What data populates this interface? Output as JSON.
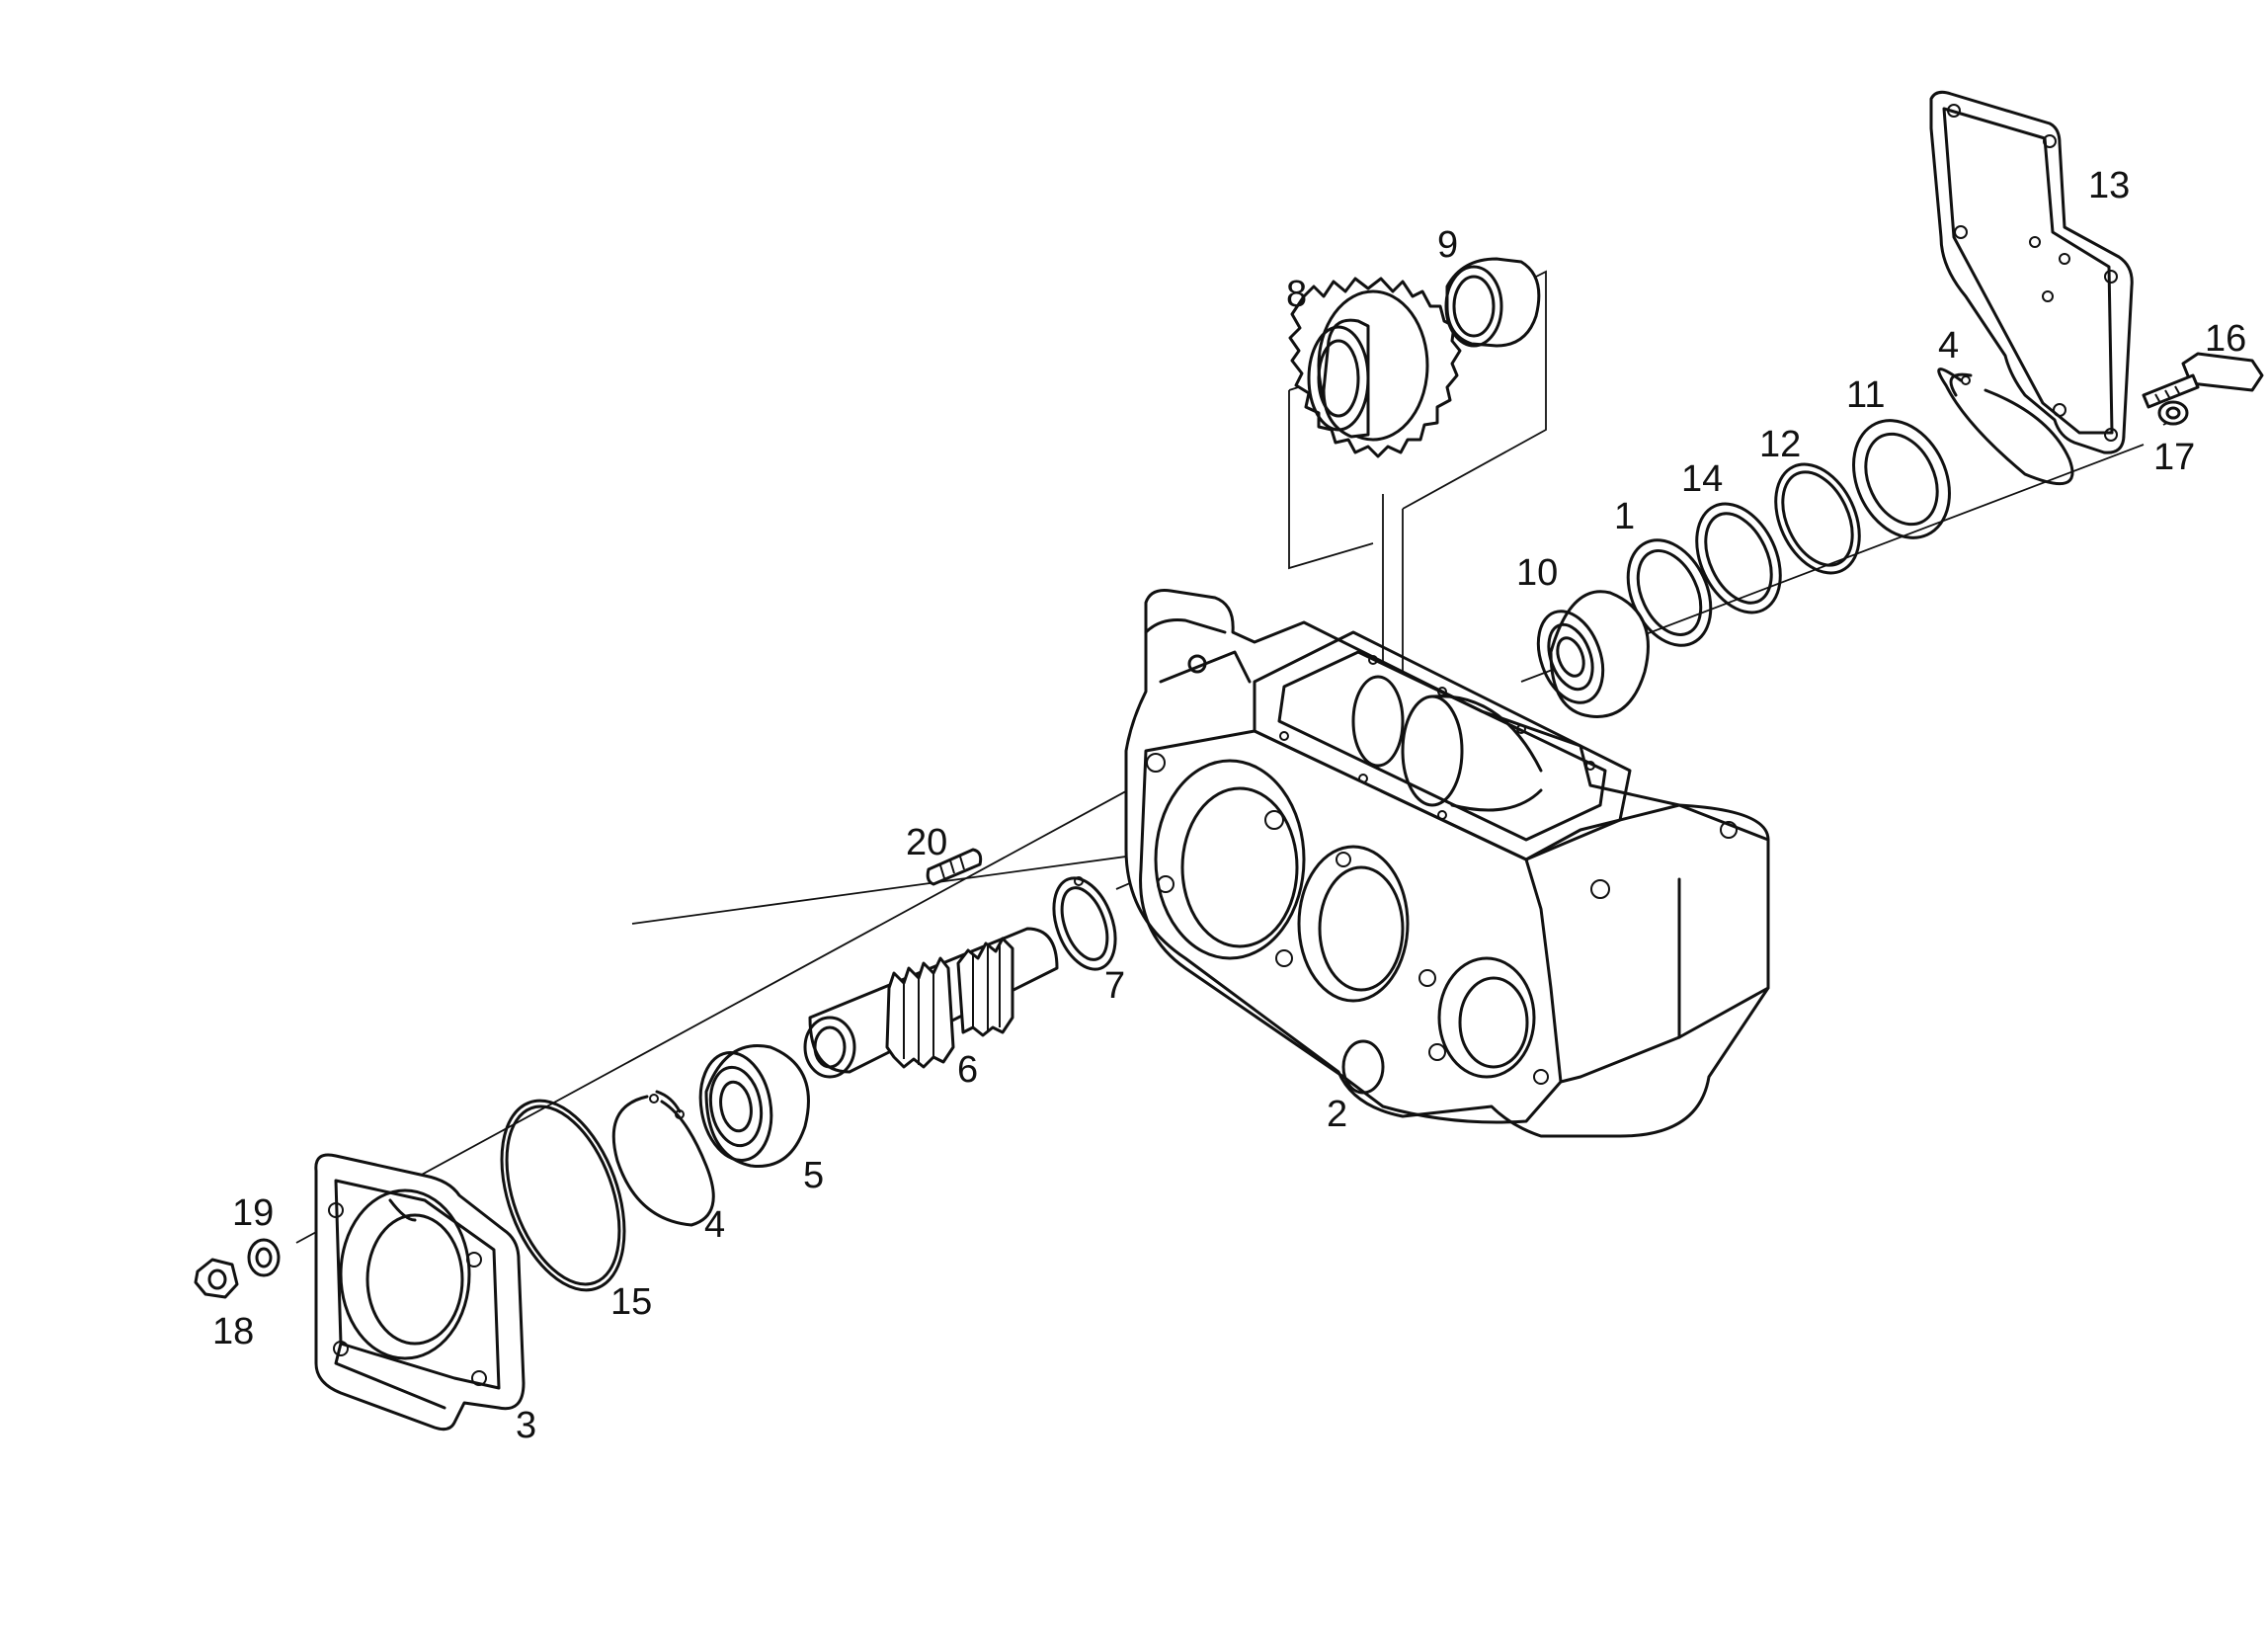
{
  "part_labels": {
    "p1": "1",
    "p2": "2",
    "p3": "3",
    "p4a": "4",
    "p4b": "4",
    "p5": "5",
    "p6": "6",
    "p7": "7",
    "p8": "8",
    "p9": "9",
    "p10": "10",
    "p11": "11",
    "p12": "12",
    "p13": "13",
    "p14": "14",
    "p15": "15",
    "p16": "16",
    "p17": "17",
    "p18": "18",
    "p19": "19",
    "p20": "20"
  },
  "line_color": "#111111",
  "background": "#ffffff"
}
